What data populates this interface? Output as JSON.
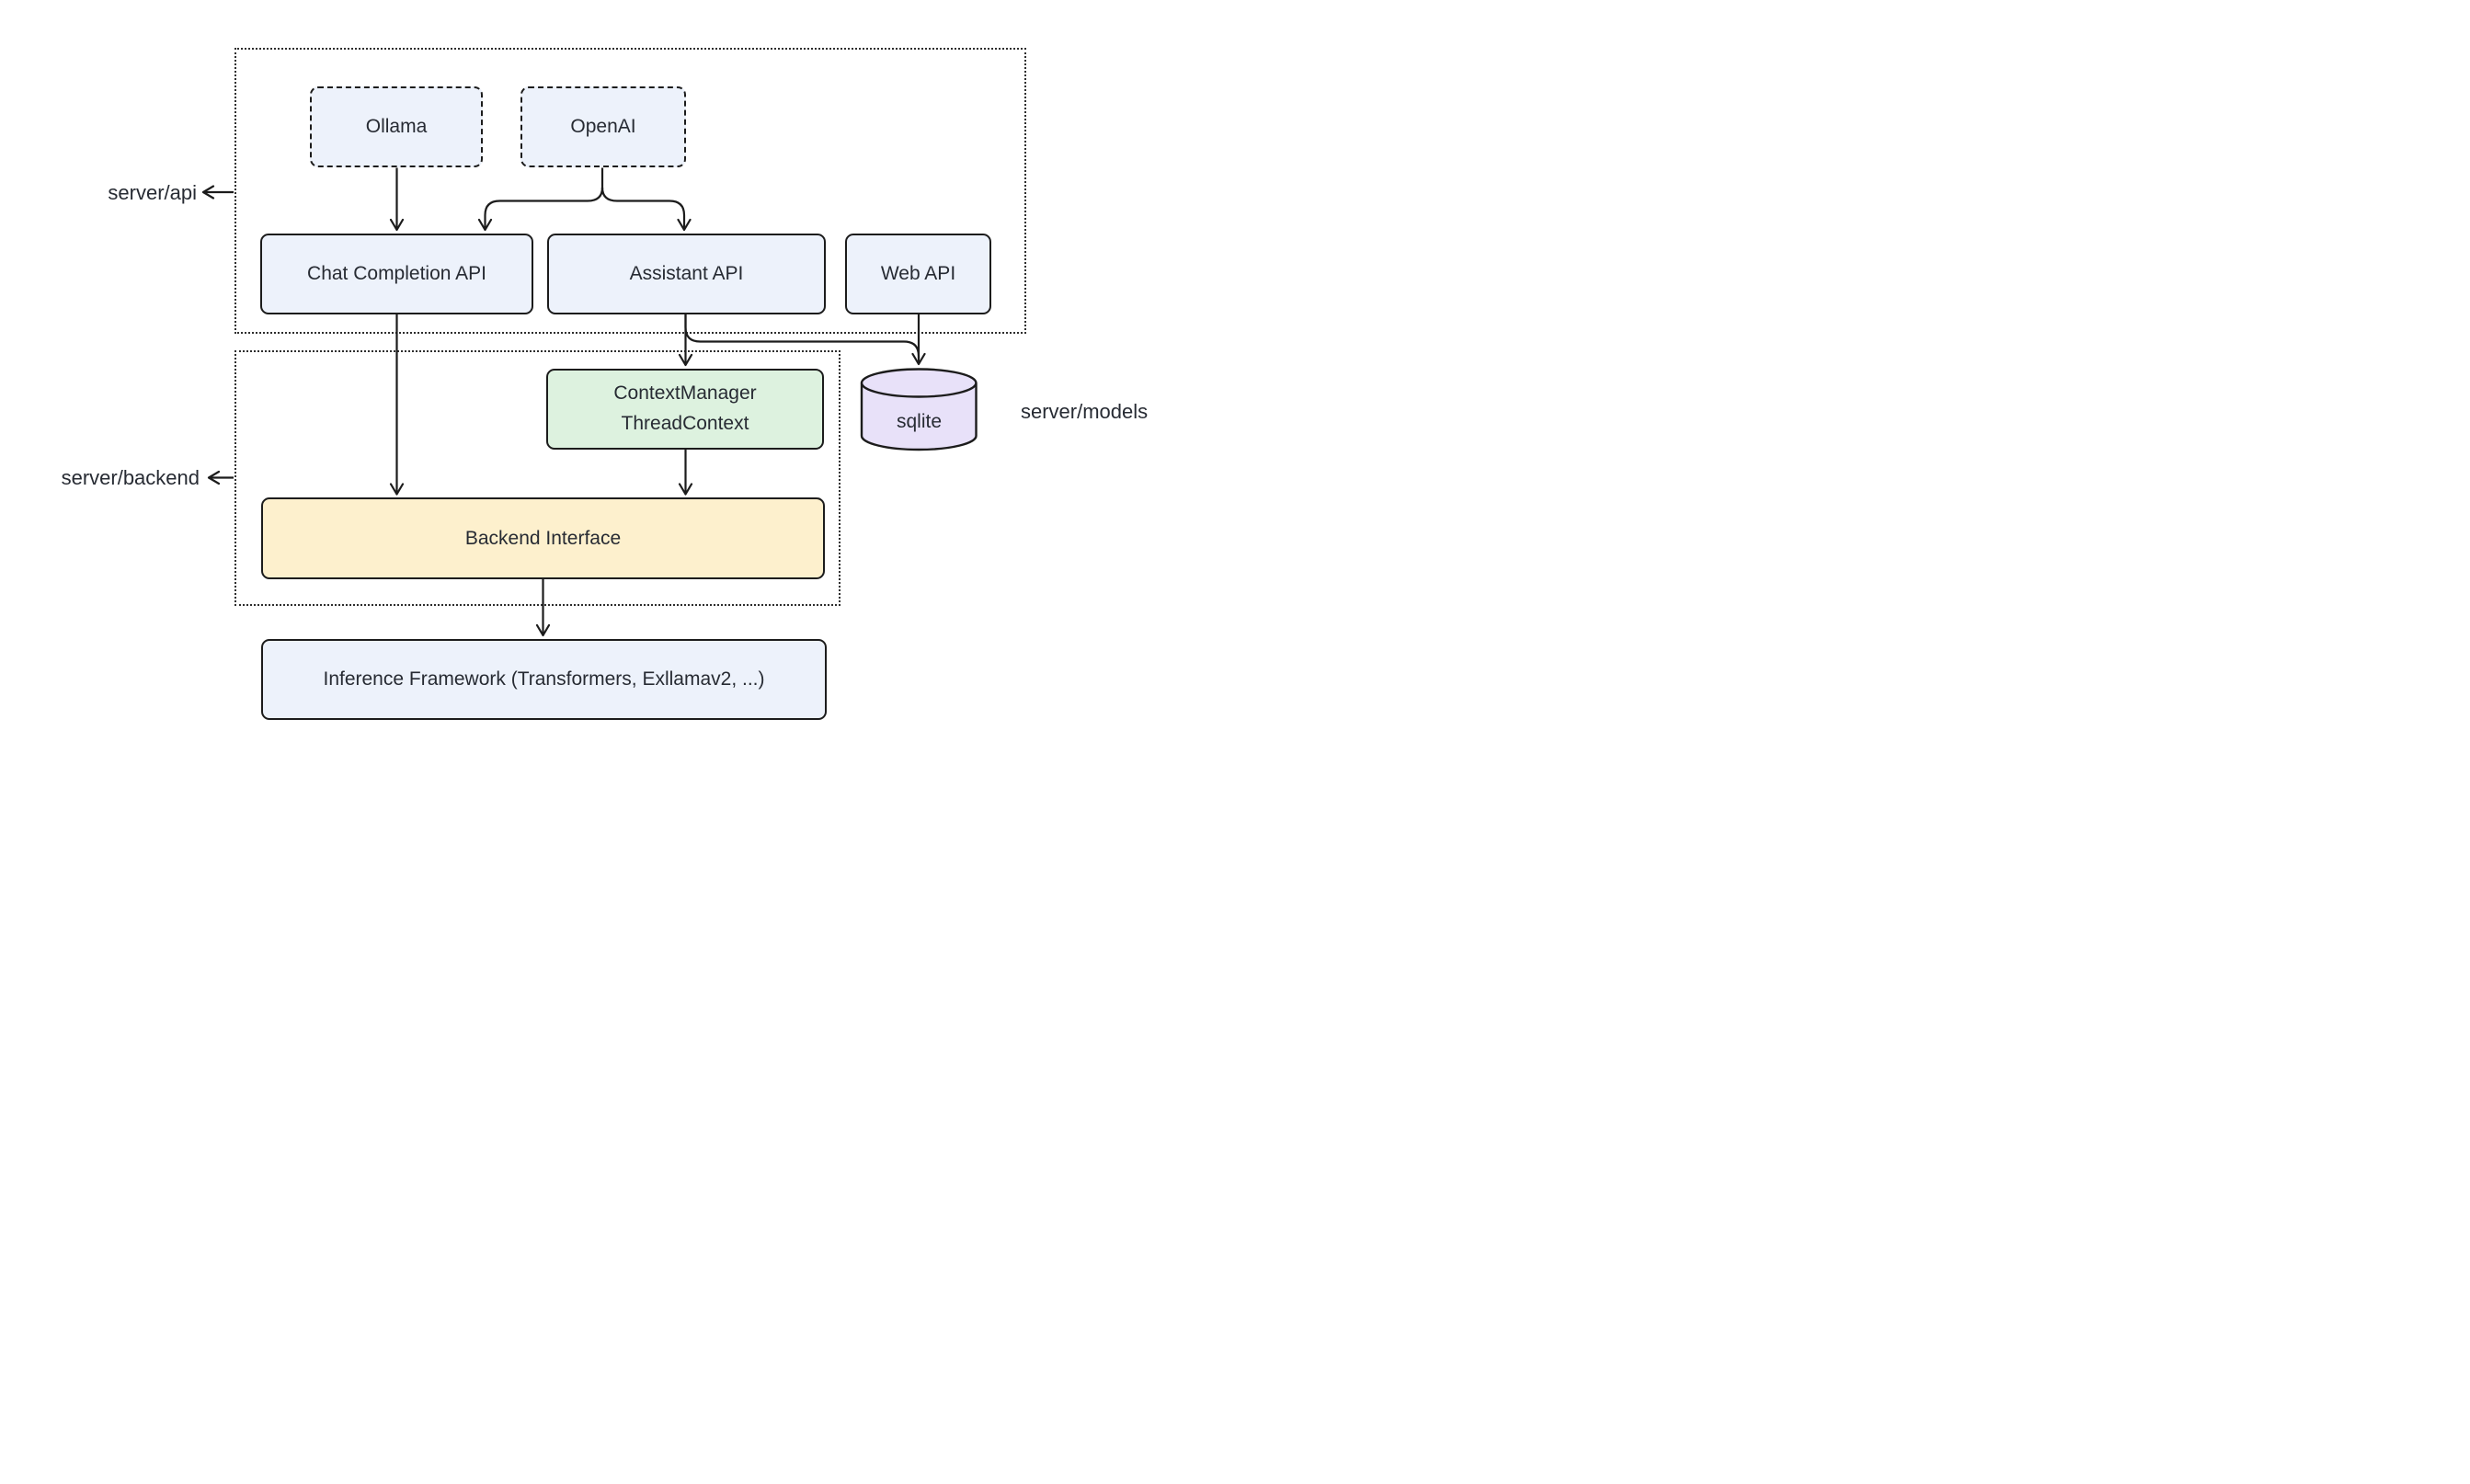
{
  "diagram": {
    "side_labels": {
      "api": "server/api",
      "backend": "server/backend",
      "models": "server/models"
    },
    "nodes": {
      "ollama": {
        "label": "Ollama",
        "style": "dashed-blue"
      },
      "openai": {
        "label": "OpenAI",
        "style": "dashed-blue"
      },
      "chat_completion_api": {
        "label": "Chat Completion API",
        "style": "solid-blue"
      },
      "assistant_api": {
        "label": "Assistant API",
        "style": "solid-blue"
      },
      "web_api": {
        "label": "Web API",
        "style": "solid-blue"
      },
      "context_manager": {
        "line1": "ContextManager",
        "line2": "ThreadContext",
        "style": "solid-green"
      },
      "backend_interface": {
        "label": "Backend Interface",
        "style": "solid-yellow"
      },
      "inference_framework": {
        "label": "Inference Framework (Transformers, Exllamav2, ...)",
        "style": "solid-blue"
      },
      "sqlite": {
        "label": "sqlite",
        "style": "cylinder-purple"
      }
    },
    "groups": {
      "server_api": {
        "label": "server/api",
        "contains": [
          "Ollama",
          "OpenAI",
          "Chat Completion API",
          "Assistant API",
          "Web API"
        ]
      },
      "server_backend": {
        "label": "server/backend",
        "contains": [
          "ContextManager ThreadContext",
          "Backend Interface"
        ]
      }
    },
    "edges": [
      {
        "from": "Ollama",
        "to": "Chat Completion API"
      },
      {
        "from": "OpenAI",
        "to": "Chat Completion API"
      },
      {
        "from": "OpenAI",
        "to": "Assistant API"
      },
      {
        "from": "Chat Completion API",
        "to": "Backend Interface"
      },
      {
        "from": "Assistant API",
        "to": "ContextManager ThreadContext"
      },
      {
        "from": "Assistant API",
        "to": "sqlite"
      },
      {
        "from": "Web API",
        "to": "sqlite"
      },
      {
        "from": "ContextManager ThreadContext",
        "to": "Backend Interface"
      },
      {
        "from": "Backend Interface",
        "to": "Inference Framework (Transformers, Exllamav2, ...)"
      }
    ],
    "annotations": [
      {
        "label": "server/api",
        "arrow": "points-left-at-api-container"
      },
      {
        "label": "server/backend",
        "arrow": "points-left-at-backend-container"
      },
      {
        "label": "server/models",
        "arrow": "none-beside-sqlite"
      }
    ],
    "colors": {
      "blue_fill": "#edf2fb",
      "green_fill": "#ddf2df",
      "yellow_fill": "#fdf0cd",
      "purple_fill": "#e8e1f9",
      "stroke": "#1c1c1c",
      "text": "#272b33",
      "background": "#ffffff"
    }
  }
}
